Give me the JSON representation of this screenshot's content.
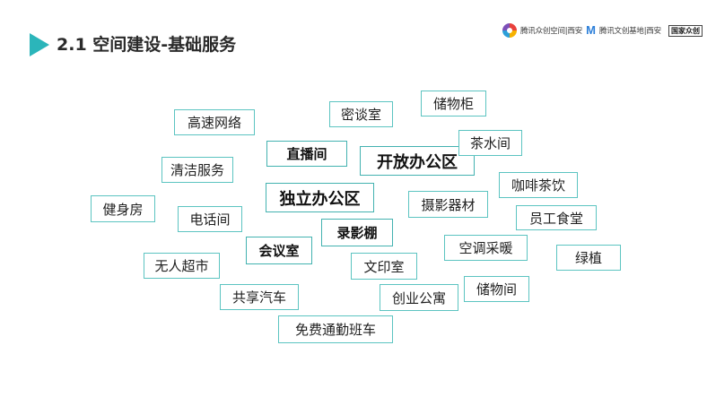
{
  "header": {
    "title": "2.1 空间建设-基础服务",
    "logos": {
      "logo1_text": "腾讯众创空间|西安",
      "logo2_text": "腾讯文创基地|西安",
      "logo3_text": "国家众创"
    }
  },
  "accent_color": "#2bb5ba",
  "tag_border_color": "#5cc4c1",
  "tags": {
    "t01": "高速网络",
    "t02": "密谈室",
    "t03": "储物柜",
    "t04": "直播间",
    "t05": "开放办公区",
    "t06": "茶水间",
    "t07": "清洁服务",
    "t08": "咖啡茶饮",
    "t09": "健身房",
    "t10": "独立办公区",
    "t11": "摄影器材",
    "t12": "电话间",
    "t13": "员工食堂",
    "t14": "录影棚",
    "t15": "会议室",
    "t16": "空调采暖",
    "t17": "绿植",
    "t18": "无人超市",
    "t19": "文印室",
    "t20": "储物间",
    "t21": "共享汽车",
    "t22": "创业公寓",
    "t23": "免费通勤班车"
  }
}
